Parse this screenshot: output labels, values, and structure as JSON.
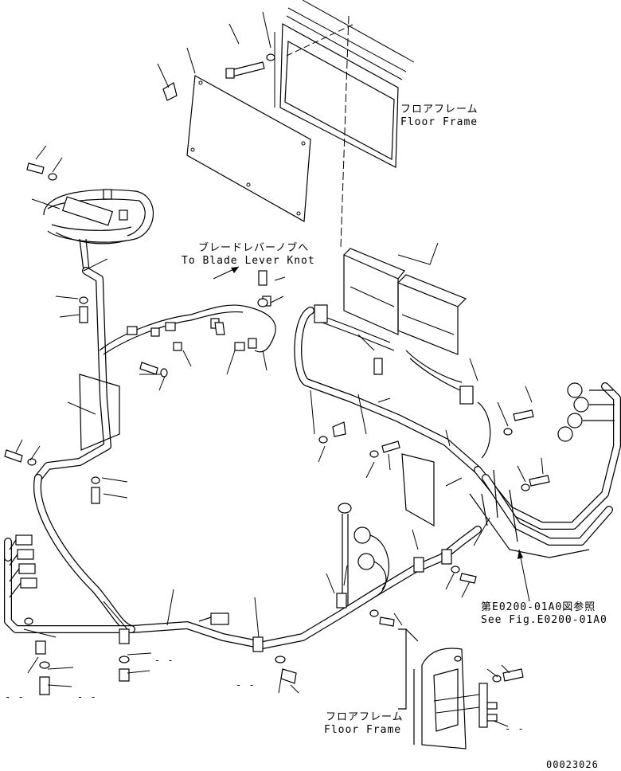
{
  "labels": {
    "floor_frame_top_jp": "フロアフレーム",
    "floor_frame_top_en": "Floor Frame",
    "blade_lever_jp": "ブレードレバーノブへ",
    "blade_lever_en": "To Blade Lever Knot",
    "see_fig_jp": "第E0200-01A0図参照",
    "see_fig_en": "See Fig.E0200-01A0",
    "floor_frame_bottom_jp": "フロアフレーム",
    "floor_frame_bottom_en": "Floor Frame",
    "drawing_number": "00023026"
  },
  "dash_marks": {
    "d1": "- -",
    "d2": "- -",
    "d3": "- -",
    "d4": "- -",
    "d5": "- -",
    "d6": "- -",
    "d7": "- -"
  }
}
